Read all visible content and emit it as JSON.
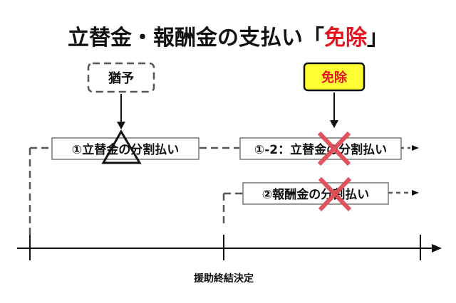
{
  "title": {
    "prefix": "立替金・報酬金の支払い「",
    "highlight": "免除",
    "suffix": "」"
  },
  "labels": {
    "grace": "猶予",
    "exemption": "免除",
    "box1": "①立替金の分割払い",
    "box1_2": "①-2：立替金の分割払い",
    "box2": "②報酬金の分割払い",
    "axis": "援助終結決定"
  },
  "colors": {
    "accent": "#e8121e",
    "exemption_fill": "#ffff33",
    "cross": "#e14b55"
  },
  "icons": {
    "grace_mark": "triangle-icon",
    "exempt_mark": "cross-icon"
  }
}
